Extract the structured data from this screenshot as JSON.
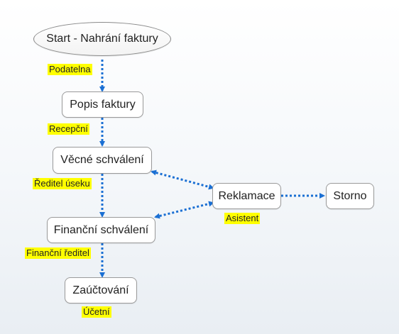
{
  "colors": {
    "edge": "#1a6fd3",
    "highlight": "#ffff00"
  },
  "nodes": {
    "start": "Start - Nahrání faktury",
    "popis": "Popis faktury",
    "vecne": "Věcné schválení",
    "financni": "Finanční schválení",
    "zauctovani": "Zaúčtování",
    "reklamace": "Reklamace",
    "storno": "Storno"
  },
  "roles": {
    "podatelna": "Podatelna",
    "recepcni": "Recepční",
    "reditel_useku": "Ředitel úseku",
    "financni_reditel": "Finanční ředitel",
    "ucetni": "Účetní",
    "asistent": "Asistent"
  }
}
